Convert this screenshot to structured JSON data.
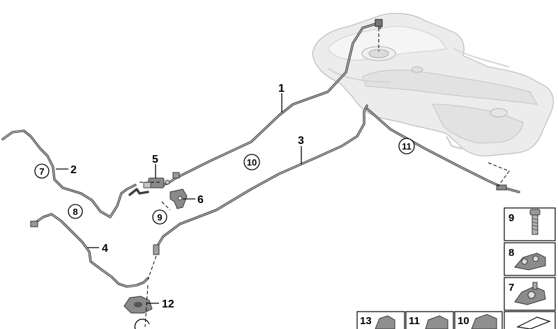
{
  "callouts": [
    "1",
    "2",
    "3",
    "4",
    "5",
    "6",
    "12"
  ],
  "circled_refs": [
    "7",
    "8",
    "9",
    "10",
    "11"
  ],
  "legend_boxes": [
    "9",
    "8",
    "7",
    "13",
    "11",
    "10"
  ]
}
